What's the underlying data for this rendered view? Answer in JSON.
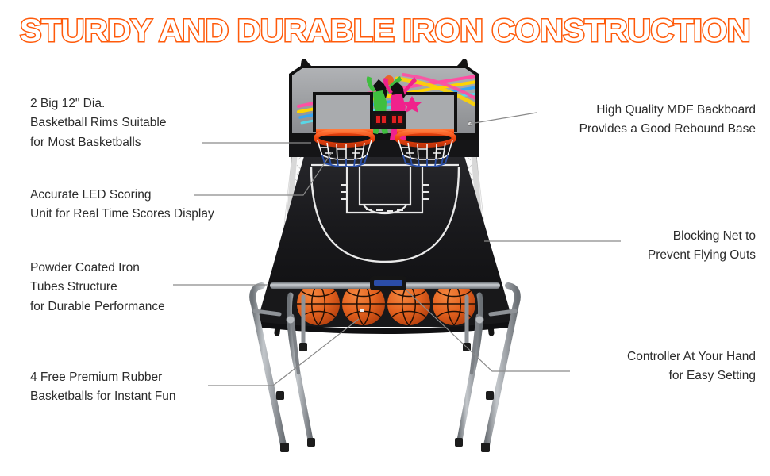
{
  "page": {
    "title": "STURDY AND DURABLE IRON CONSTRUCTION",
    "background_color": "#ffffff",
    "accent_color": "#FF5A0A",
    "text_color": "#2b2b2b",
    "leader_line_color": "#7a7a7a"
  },
  "callouts": {
    "left": [
      {
        "id": "rims",
        "text": "2 Big 12\" Dia.\nBasketball Rims Suitable\nfor Most Basketballs"
      },
      {
        "id": "led-scoring",
        "text": "Accurate LED Scoring\nUnit for Real Time Scores Display"
      },
      {
        "id": "iron-tubes",
        "text": "Powder Coated Iron\nTubes Structure\nfor Durable Performance"
      },
      {
        "id": "basketballs",
        "text": "4 Free Premium Rubber\nBasketballs for Instant Fun"
      }
    ],
    "right": [
      {
        "id": "backboard",
        "text": "High Quality MDF Backboard\nProvides a Good Rebound Base"
      },
      {
        "id": "blocking-net",
        "text": "Blocking Net to\nPrevent Flying Outs"
      },
      {
        "id": "controller",
        "text": "Controller At Your Hand\nfor Easy Setting"
      }
    ]
  },
  "product": {
    "name": "dual-shot-basketball-arcade-game",
    "colors": {
      "frame_pole": "#1c1c1c",
      "leg_tube": "#9a9ea3",
      "leg_tube_dark": "#6f7479",
      "backboard_face": "#9c9ea1",
      "backboard_frame": "#111111",
      "court_ramp": "#1b1b1d",
      "court_lines": "#e8e8e8",
      "rim": "#F4511E",
      "net_white": "#f2f2f2",
      "net_blue": "#2a4fa8",
      "basketball": "#E8642A",
      "basketball_dark": "#C24A18",
      "scoreboard_box": "#141414",
      "scoreboard_digits": "#e02020",
      "controller_body": "#1a1a1a",
      "controller_label": "#2b4da8",
      "player_green": "#3FBF3F",
      "player_pink": "#F0228C",
      "ribbon_pink": "#FF4FA3",
      "ribbon_yellow": "#FFD400",
      "ribbon_blue": "#3AA6F0",
      "ribbon_cyan": "#59D6E6"
    },
    "parts": {
      "basketball_count": 4,
      "rim_count": 2,
      "backboard_panel_count": 2
    }
  }
}
